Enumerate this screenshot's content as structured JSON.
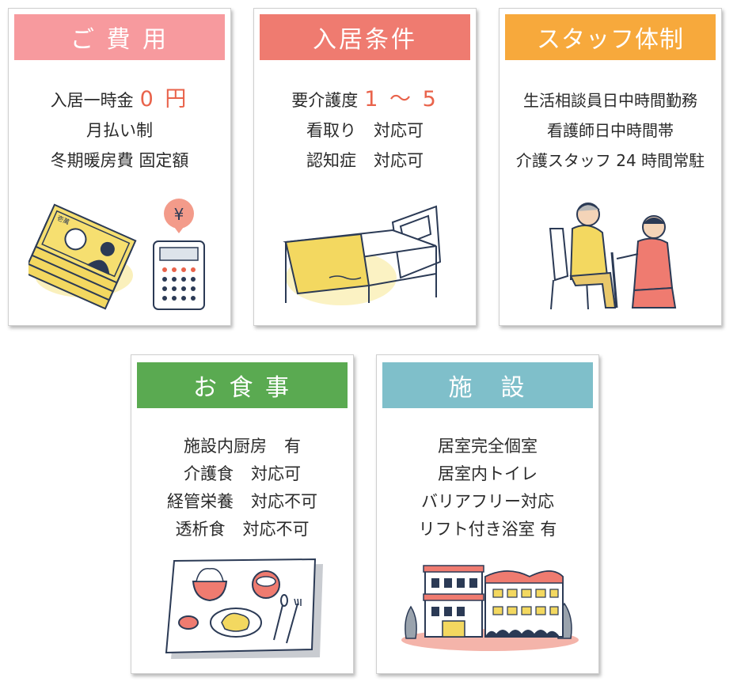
{
  "colors": {
    "cost": "#f79a9e",
    "conditions": "#ef7b70",
    "staff": "#f7a93c",
    "meals": "#5aaa51",
    "facility": "#7fbfca",
    "highlight": "#e9634b"
  },
  "cost": {
    "title": "ご 費 用",
    "line1_label": "入居一時金",
    "line1_value": "0 円",
    "line2": "月払い制",
    "line3": "冬期暖房費 固定額",
    "icons": [
      "banknotes-icon",
      "calculator-icon",
      "yen-bubble-icon"
    ],
    "yen_symbol": "¥"
  },
  "conditions": {
    "title": "入居条件",
    "line1_label": "要介護度",
    "line1_value": "1 ～ 5",
    "line2_label": "看取り",
    "line2_value": "対応可",
    "line3_label": "認知症",
    "line3_value": "対応可",
    "icons": [
      "care-bed-icon"
    ]
  },
  "staff": {
    "title": "スタッフ体制",
    "line1": "生活相談員日中時間勤務",
    "line2": "看護師日中時間帯",
    "line3": "介護スタッフ 24 時間常駐",
    "icons": [
      "caregiver-elder-icon"
    ]
  },
  "meals": {
    "title": "お 食 事",
    "line1_label": "施設内厨房",
    "line1_value": "有",
    "line2_label": "介護食",
    "line2_value": "対応可",
    "line3_label": "経管栄養",
    "line3_value": "対応不可",
    "line4_label": "透析食",
    "line4_value": "対応不可",
    "icons": [
      "meal-tray-icon"
    ]
  },
  "facility": {
    "title": "施　設",
    "line1": "居室完全個室",
    "line2": "居室内トイレ",
    "line3": "バリアフリー対応",
    "line4": "リフト付き浴室 有",
    "icons": [
      "facility-building-icon"
    ]
  }
}
